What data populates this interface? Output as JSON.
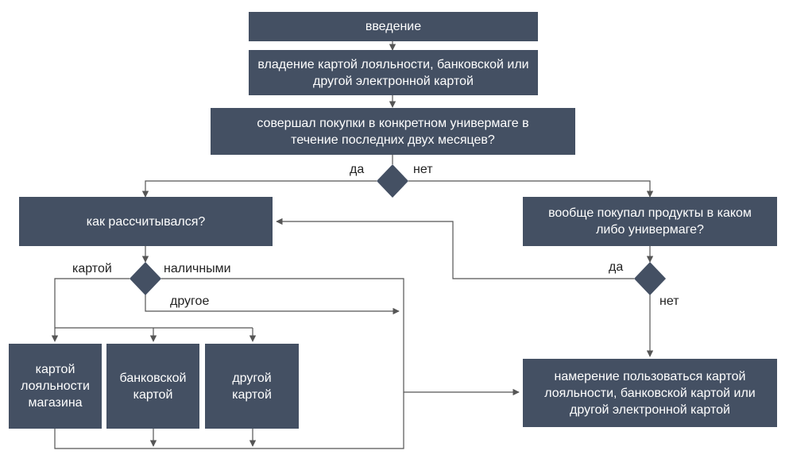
{
  "nodes": {
    "intro": "введение",
    "ownership": "владение картой лояльности, банковской или другой электронной картой",
    "purchased_specific": "совершал покупки в конкретном универмаге в течение последних двух месяцев?",
    "payment_method": "как рассчитывался?",
    "purchased_any": "вообще покупал продукты в каком либо универмаге?",
    "store_card": "картой лояльности магазина",
    "bank_card": "банковской картой",
    "other_card": "другой картой",
    "intention": "намерение пользоваться картой лояльности, банковской картой или другой электронной картой"
  },
  "edge_labels": {
    "yes_1": "да",
    "no_1": "нет",
    "by_card": "картой",
    "cash": "наличными",
    "other": "другое",
    "yes_2": "да",
    "no_2": "нет"
  },
  "colors": {
    "box_fill": "#445063",
    "box_text": "#ffffff",
    "connector": "#444444"
  }
}
